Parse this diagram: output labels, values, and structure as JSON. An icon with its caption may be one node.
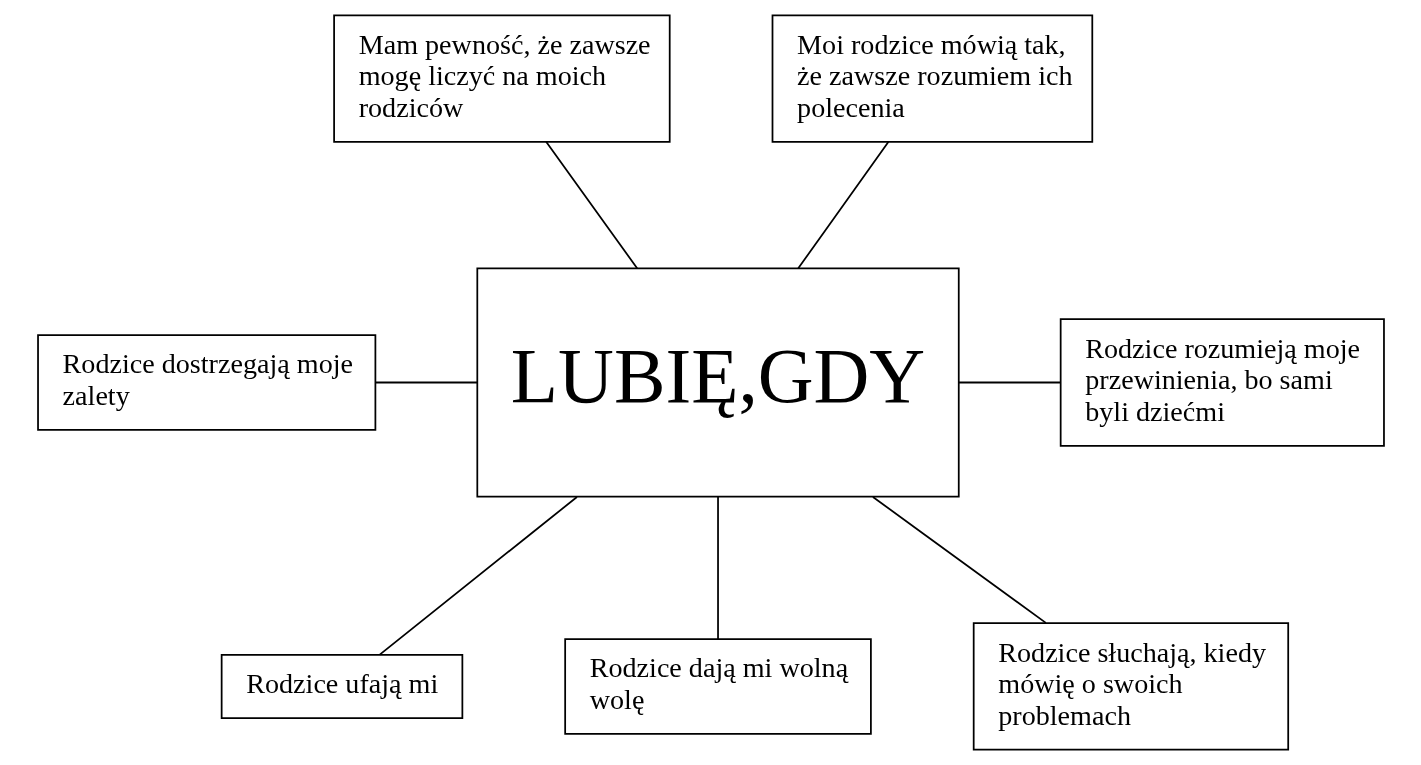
{
  "diagram": {
    "nodes": [
      {
        "text": [
          "LUBIĘ,GDY"
        ]
      },
      {
        "text": [
          "Mam pewność, że zawsze mogę liczyć na moich rodziców"
        ]
      },
      {
        "text": [
          "Moi rodzice mówią tak, że zawsze rozumiem ich polecenia"
        ]
      },
      {
        "text": [
          "Rodzice dostrzegają moje zalety"
        ]
      },
      {
        "text": [
          "Rodzice rozumieją moje przewinienia, bo sami byli dziećmi"
        ]
      },
      {
        "text": [
          "Rodzice ufają mi"
        ]
      },
      {
        "text": [
          "Rodzice dają mi wolną wolę"
        ]
      },
      {
        "text": [
          "Rodzice słuchają, kiedy mówię o swoich problemach"
        ]
      }
    ],
    "edges": [
      {
        "from": 1,
        "to": 0,
        "arrow": "none"
      },
      {
        "from": 2,
        "to": 0,
        "arrow": "none"
      },
      {
        "from": 3,
        "to": 0,
        "arrow": "none"
      },
      {
        "from": 0,
        "to": 4,
        "arrow": "none"
      },
      {
        "from": 0,
        "to": 5,
        "arrow": "none"
      },
      {
        "from": 0,
        "to": 6,
        "arrow": "none"
      },
      {
        "from": 0,
        "to": 7,
        "arrow": "none"
      }
    ]
  }
}
